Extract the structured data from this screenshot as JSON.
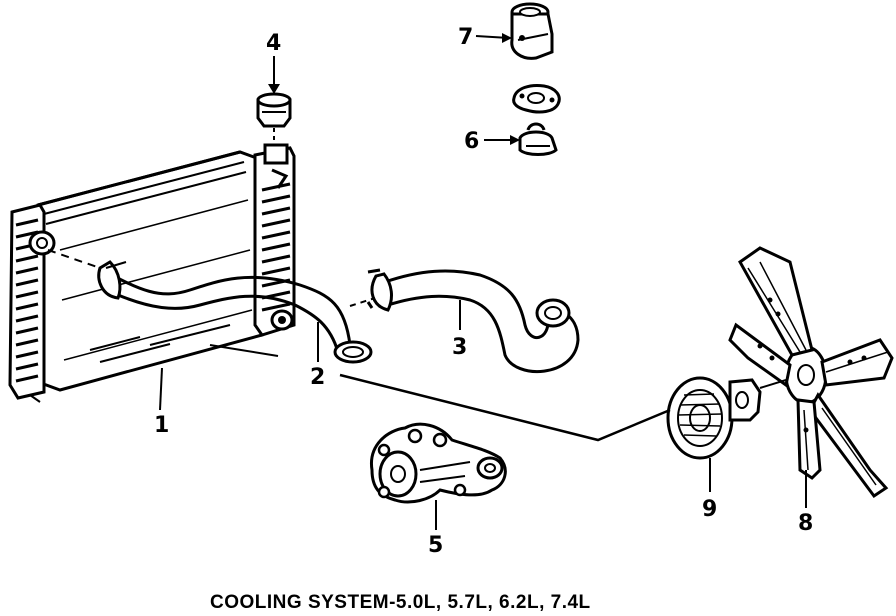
{
  "caption": "COOLING SYSTEM-5.0L, 5.7L, 6.2L, 7.4L",
  "callouts": {
    "radiator": "1",
    "lower_hose": "2",
    "upper_hose": "3",
    "radiator_cap": "4",
    "water_pump": "5",
    "thermostat": "6",
    "water_outlet": "7",
    "fan_blade": "8",
    "fan_clutch": "9"
  },
  "colors": {
    "ink": "#000000",
    "paper": "#ffffff"
  }
}
